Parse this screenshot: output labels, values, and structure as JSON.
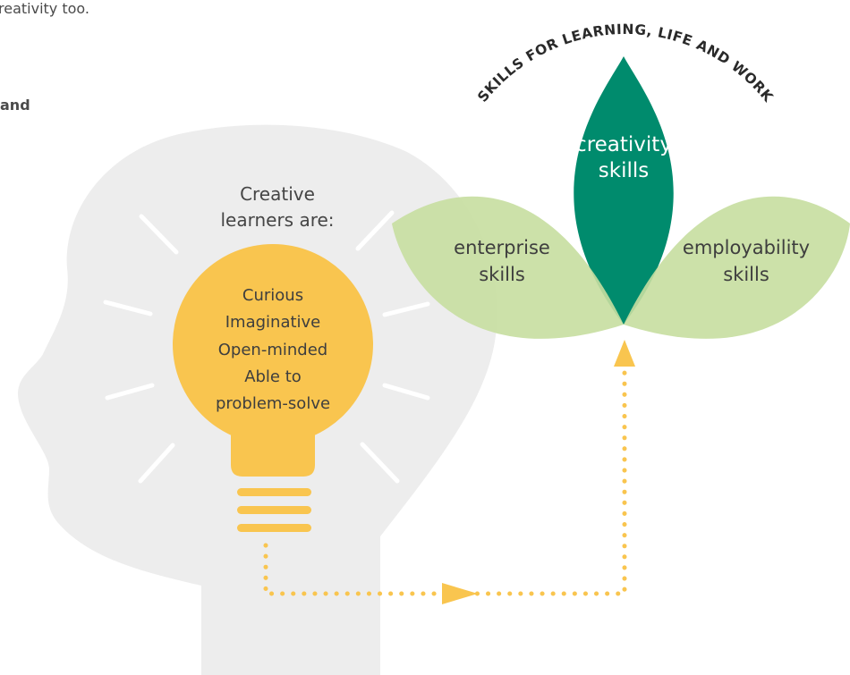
{
  "fragments": {
    "top_text": "reativity too.",
    "bold_text": "and"
  },
  "head": {
    "heading_line1": "Creative",
    "heading_line2": "learners are:"
  },
  "bulb": {
    "traits": [
      "Curious",
      "Imaginative",
      "Open-minded",
      "Able to",
      "problem-solve"
    ]
  },
  "leaves": {
    "center_line1": "creativity",
    "center_line2": "skills",
    "left_line1": "enterprise",
    "left_line2": "skills",
    "right_line1": "employability",
    "right_line2": "skills"
  },
  "arc_title": "SKILLS FOR LEARNING, LIFE AND WORK",
  "colors": {
    "head": "#ededed",
    "rays": "#ffffff",
    "bulb": "#f9c54f",
    "bulb_lines": "#f9c54f",
    "dotted_arrow": "#f9c54f",
    "leaf_light": "#c6dea0",
    "leaf_dark": "#008b6d",
    "text_dark": "#3e3e3e"
  }
}
